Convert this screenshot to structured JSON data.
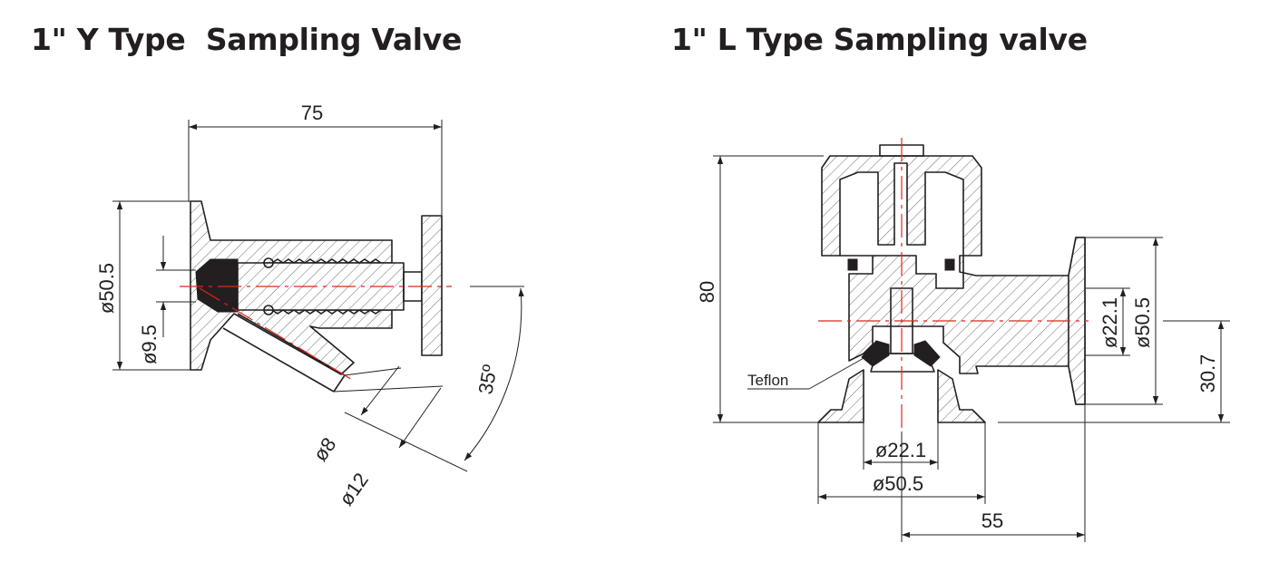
{
  "titles": {
    "y_type": "1\" Y Type  Sampling Valve",
    "l_type": "1\" L Type Sampling valve"
  },
  "y_valve": {
    "dim_length": "75",
    "dim_flange_dia": "ø50.5",
    "dim_bore_dia": "ø9.5",
    "dim_angle": "35º",
    "dim_outlet_inner": "ø8",
    "dim_outlet_outer": "ø12"
  },
  "l_valve": {
    "dim_height": "80",
    "label_seal": "Teflon",
    "dim_side_bore": "ø22.1",
    "dim_side_flange": "ø50.5",
    "dim_side_height": "30.7",
    "dim_bottom_bore": "ø22.1",
    "dim_bottom_flange": "ø50.5",
    "dim_width": "55"
  },
  "colors": {
    "line": "#231f20",
    "centerline": "#e0261b",
    "background": "#ffffff"
  }
}
